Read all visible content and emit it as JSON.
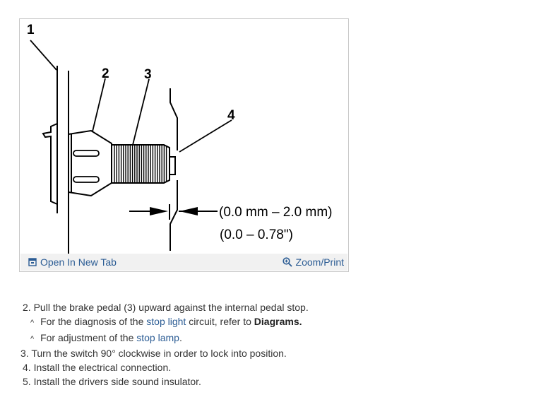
{
  "figure": {
    "callouts": [
      "1",
      "2",
      "3",
      "4"
    ],
    "dimension_mm": "(0.0 mm – 2.0 mm)",
    "dimension_in": "(0.0 – 0.78\")",
    "open_tab_label": "Open In New Tab",
    "zoom_label": "Zoom/Print",
    "open_tab_icon": "open-new-tab-icon",
    "zoom_icon": "zoom-icon"
  },
  "steps": [
    {
      "num": "2.",
      "text": "Pull the brake pedal (3) upward against the internal pedal stop."
    },
    {
      "num": "3.",
      "text": "Turn the switch 90° clockwise in order to lock into position."
    },
    {
      "num": "4.",
      "text": "Install the electrical connection."
    },
    {
      "num": "5.",
      "text": "Install the drivers side sound insulator."
    }
  ],
  "substeps": [
    {
      "caret": "^",
      "pre": "For the diagnosis of the",
      "link": "stop light",
      "post": "circuit, refer to",
      "bold": "Diagrams."
    },
    {
      "caret": "^",
      "pre": "For adjustment of the",
      "link": "stop lamp",
      "post": "."
    }
  ],
  "colors": {
    "link": "#2b5c94",
    "toolbar_bg": "#f1f1f1",
    "border": "#c8c8c8"
  }
}
